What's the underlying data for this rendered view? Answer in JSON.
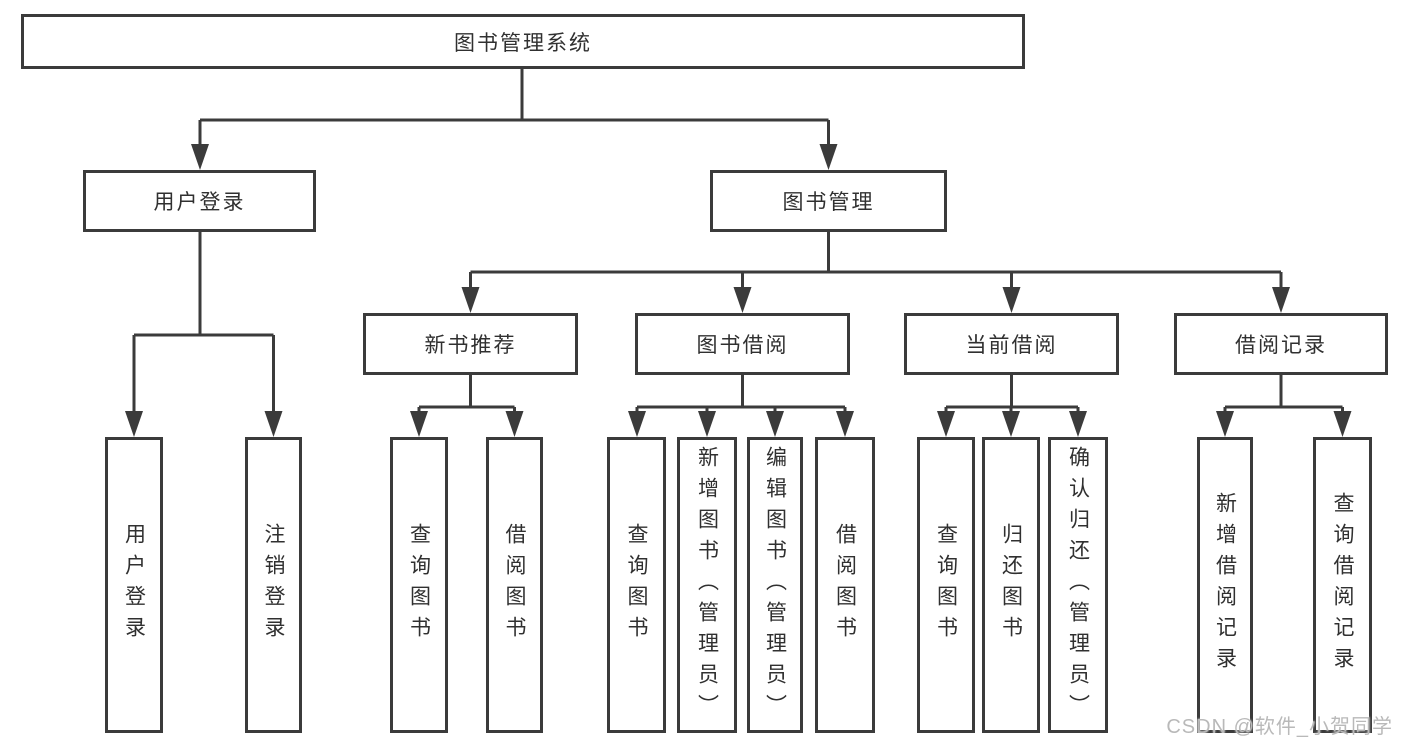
{
  "tree": {
    "label": "图书管理系统",
    "children": [
      {
        "label": "用户登录",
        "children": [
          {
            "label": "用户登录"
          },
          {
            "label": "注销登录"
          }
        ]
      },
      {
        "label": "图书管理",
        "children": [
          {
            "label": "新书推荐",
            "children": [
              {
                "label": "查询图书"
              },
              {
                "label": "借阅图书"
              }
            ]
          },
          {
            "label": "图书借阅",
            "children": [
              {
                "label": "查询图书"
              },
              {
                "label": "新增图书（管理员）"
              },
              {
                "label": "编辑图书（管理员）"
              },
              {
                "label": "借阅图书"
              }
            ]
          },
          {
            "label": "当前借阅",
            "children": [
              {
                "label": "查询图书"
              },
              {
                "label": "归还图书"
              },
              {
                "label": "确认归还（管理员）"
              }
            ]
          },
          {
            "label": "借阅记录",
            "children": [
              {
                "label": "新增借阅记录"
              },
              {
                "label": "查询借阅记录"
              }
            ]
          }
        ]
      }
    ]
  },
  "watermark": "CSDN @软件_小贺同学",
  "colors": {
    "line": "#3b3b3b",
    "box_border": "#3b3b3b",
    "text": "#303030",
    "watermark": "#b9b9b9",
    "background": "#ffffff"
  }
}
